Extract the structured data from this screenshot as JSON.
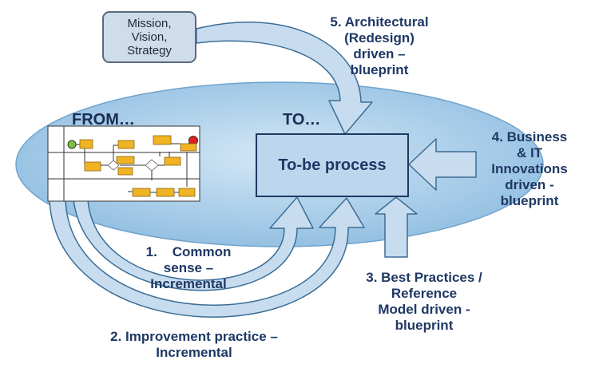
{
  "mission_box": {
    "line1": "Mission,",
    "line2": "Vision,",
    "line3": "Strategy"
  },
  "from_label": "FROM…",
  "to_label": "TO…",
  "tobe_box": {
    "label": "To-be process"
  },
  "approaches": {
    "a1": {
      "line1": "1.    Common",
      "line2": "sense –",
      "line3": "Incremental"
    },
    "a2": {
      "line1": "2. Improvement practice –",
      "line2": "Incremental"
    },
    "a3": {
      "line1": "3. Best Practices /",
      "line2": "Reference",
      "line3": "Model driven -",
      "line4": "blueprint"
    },
    "a4": {
      "line1": "4. Business",
      "line2": "& IT",
      "line3": "Innovations",
      "line4": "driven -",
      "line5": "blueprint"
    },
    "a5": {
      "line1": "5. Architectural",
      "line2": "(Redesign)",
      "line3": "driven –",
      "line4": "blueprint"
    }
  },
  "colors": {
    "ellipse_fill": "#aed0ea",
    "ellipse_edge": "#6fa3cc",
    "arrow_fill": "#c7dcef",
    "arrow_edge": "#3b6d96",
    "text": "#1f3864",
    "task_fill": "#f0b323",
    "start_event": "#7cc142",
    "end_event": "#e02020"
  }
}
